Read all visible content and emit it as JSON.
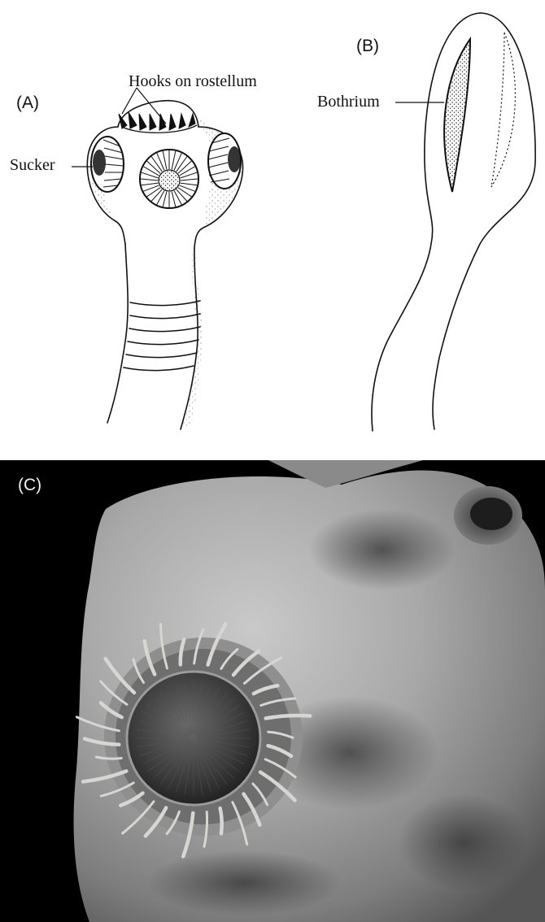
{
  "panels": {
    "a": {
      "letter": "(A)"
    },
    "b": {
      "letter": "(B)"
    },
    "c": {
      "letter": "(C)"
    }
  },
  "labels": {
    "hooks": "Hooks on rostellum",
    "sucker": "Sucker",
    "bothrium": "Bothrium"
  },
  "colors": {
    "line": "#111111",
    "photo_background": "#000000",
    "specimen_surface": "#a8a8a8",
    "hook_color": "#d8d6d2"
  }
}
